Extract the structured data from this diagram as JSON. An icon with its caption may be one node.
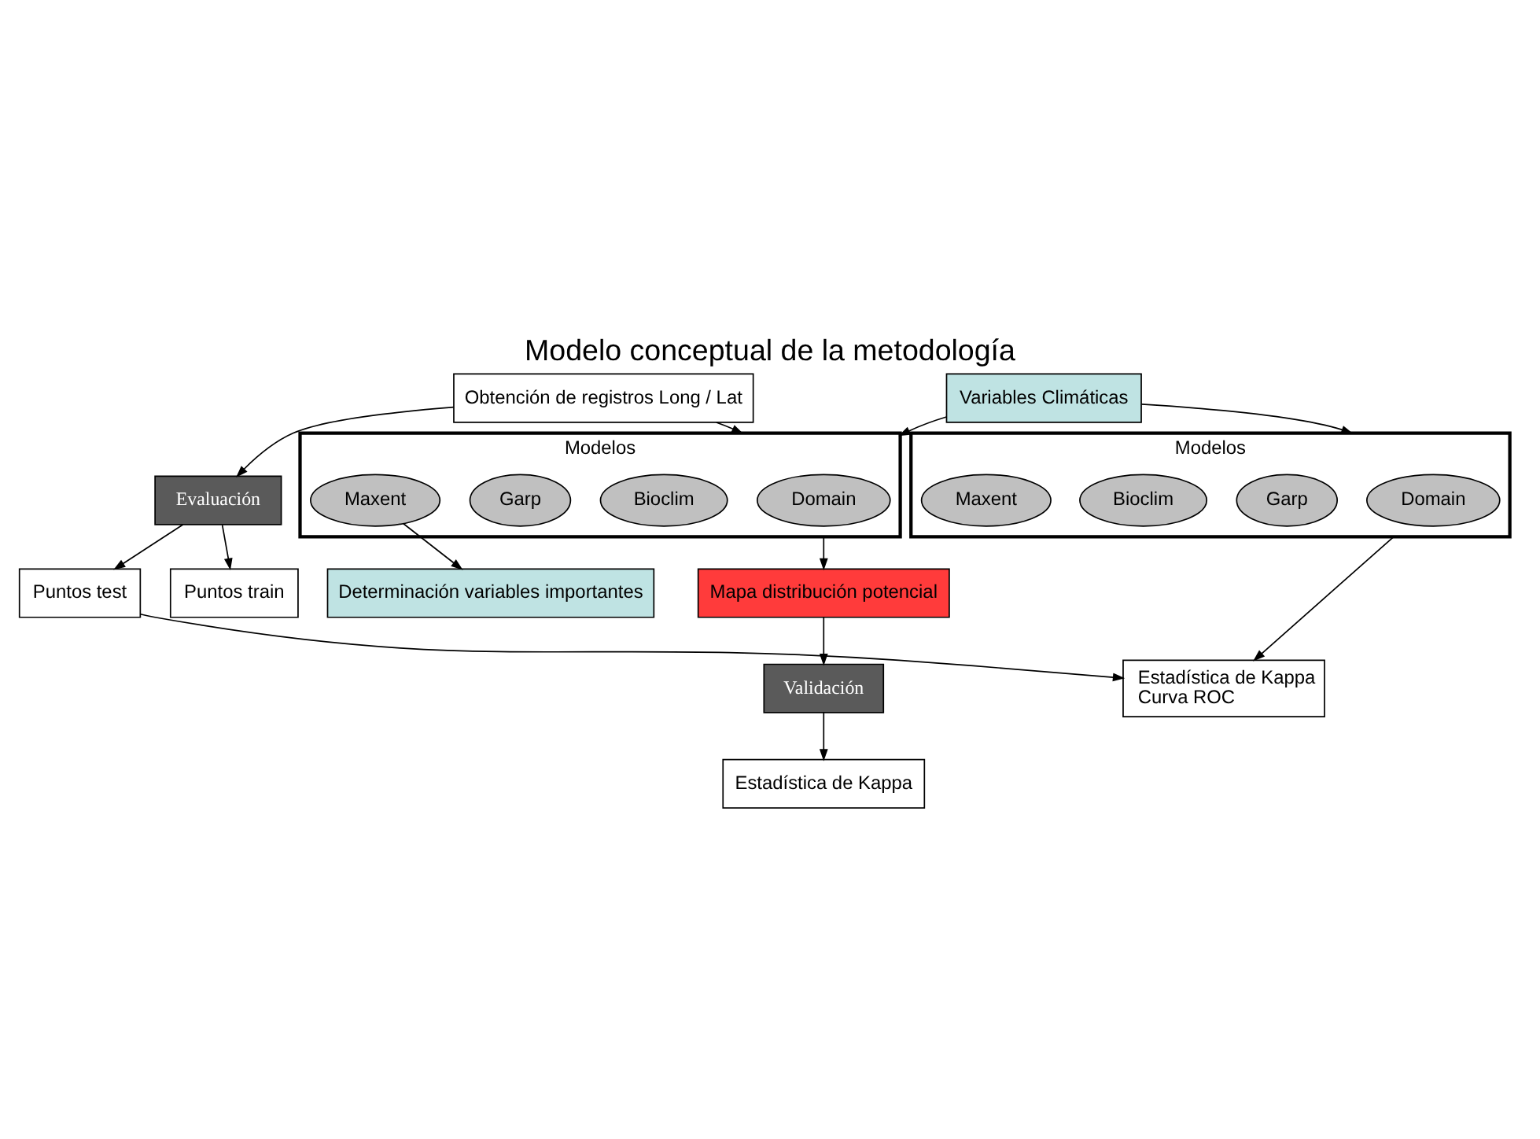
{
  "diagram": {
    "title": "Modelo conceptual de la metodología",
    "nodes": [
      {
        "text": [
          "Obtención de registros Long / Lat"
        ]
      },
      {
        "text": [
          "Variables Climáticas"
        ]
      },
      {
        "text": [
          "Evaluación"
        ]
      },
      {
        "text": [
          "Modelos"
        ]
      },
      {
        "text": [
          "Domain"
        ],
        "in": 3
      },
      {
        "text": [
          "Bioclim"
        ],
        "in": 3
      },
      {
        "text": [
          "Garp"
        ],
        "in": 3
      },
      {
        "text": [
          "Maxent"
        ],
        "in": 3
      },
      {
        "text": [
          "Puntos train"
        ]
      },
      {
        "text": [
          "Puntos test"
        ]
      },
      {
        "text": [
          "Modelos"
        ]
      },
      {
        "text": [
          "Domain"
        ],
        "in": 10
      },
      {
        "text": [
          "Garp"
        ],
        "in": 10
      },
      {
        "text": [
          "Bioclim"
        ],
        "in": 10
      },
      {
        "text": [
          "Maxent"
        ],
        "in": 10
      },
      {
        "text": [
          "Mapa distribución potencial"
        ]
      },
      {
        "text": [
          "Determinación variables importantes"
        ]
      },
      {
        "text": [
          "Validación"
        ]
      },
      {
        "text": [
          "Estadística de Kappa"
        ]
      },
      {
        "text": [
          "Estadística de Kappa",
          "Curva ROC"
        ]
      }
    ],
    "edges": [
      {
        "from": 0,
        "to": 2,
        "arrow": "to"
      },
      {
        "from": 0,
        "to": 3,
        "arrow": "to"
      },
      {
        "from": 1,
        "to": 3,
        "arrow": "to"
      },
      {
        "from": 1,
        "to": 10,
        "arrow": "to"
      },
      {
        "from": 2,
        "to": 8,
        "arrow": "to"
      },
      {
        "from": 2,
        "to": 9,
        "arrow": "to"
      },
      {
        "from": 3,
        "to": 15,
        "arrow": "to"
      },
      {
        "from": 7,
        "to": 16,
        "arrow": "to"
      },
      {
        "from": 15,
        "to": 17,
        "arrow": "to"
      },
      {
        "from": 17,
        "to": 18,
        "arrow": "to"
      },
      {
        "from": 10,
        "to": 19,
        "arrow": "to"
      },
      {
        "from": 9,
        "to": 19,
        "arrow": "to"
      }
    ]
  }
}
